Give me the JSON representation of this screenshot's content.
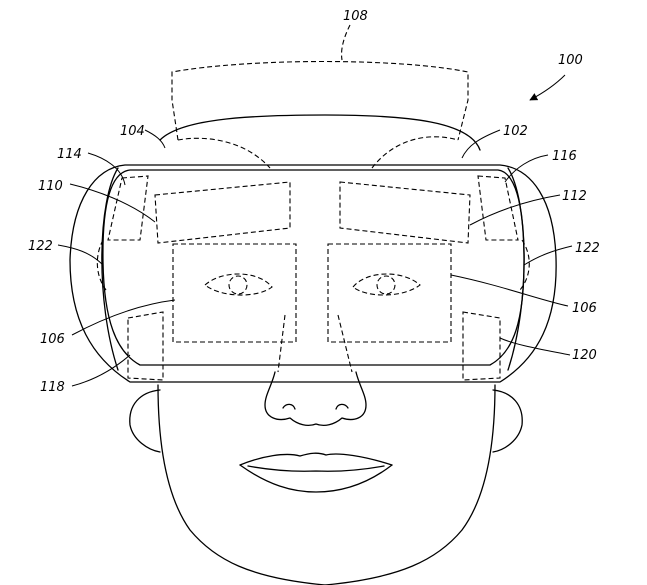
{
  "figure": {
    "reference_numerals": {
      "device": "100",
      "frame_right": "102",
      "frame_left": "104",
      "display_left": "106",
      "display_right": "106",
      "strap": "108",
      "upper_module_left": "110",
      "upper_module_right": "112",
      "temple_module_left": "114",
      "temple_module_right": "116",
      "lower_module_left": "118",
      "lower_module_right": "120",
      "side_sensor_left": "122",
      "side_sensor_right": "122"
    }
  }
}
